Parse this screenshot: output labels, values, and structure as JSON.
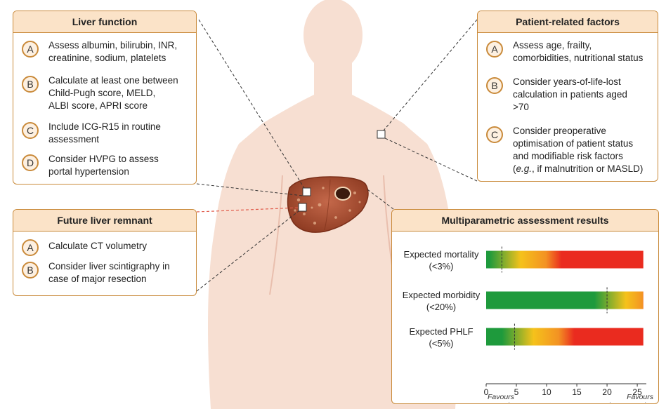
{
  "panels": {
    "liver_function": {
      "title": "Liver function",
      "items": [
        {
          "letter": "A",
          "text": "Assess albumin, bilirubin, INR,\ncreatinine, sodium, platelets"
        },
        {
          "letter": "B",
          "text": "Calculate at least one between\nChild-Pugh score, MELD,\nALBI score, APRI score"
        },
        {
          "letter": "C",
          "text": "Include ICG-R15 in routine\nassessment"
        },
        {
          "letter": "D",
          "text": "Consider HVPG to assess\nportal hypertension"
        }
      ]
    },
    "future_liver_remnant": {
      "title": "Future liver remnant",
      "items": [
        {
          "letter": "A",
          "text": "Calculate CT volumetry"
        },
        {
          "letter": "B",
          "text": "Consider liver scintigraphy in\ncase of major resection"
        }
      ]
    },
    "patient_factors": {
      "title": "Patient-related factors",
      "items": [
        {
          "letter": "A",
          "text": "Assess age, frailty,\ncomorbidities, nutritional status"
        },
        {
          "letter": "B",
          "text": "Consider years-of-life-lost\ncalculation in patients aged\n>70"
        },
        {
          "letter": "C",
          "text": "Consider preoperative\noptimisation of patient status\nand modifiable risk factors",
          "emph": "e.g.",
          "suffix_pre": "(",
          "suffix_post": ", if malnutrition or MASLD)"
        }
      ]
    },
    "results": {
      "title": "Multiparametric assessment results"
    }
  },
  "chart_data": {
    "type": "bar",
    "orientation": "horizontal",
    "title": "Multiparametric assessment results",
    "categories": [
      "Expected mortality\n(<3%)",
      "Expected morbidity\n(<20%)",
      "Expected PHLF\n(<5%)"
    ],
    "values": [
      26,
      26,
      26
    ],
    "thresholds": [
      2.6,
      20,
      4.7
    ],
    "xlim": [
      0,
      26.5
    ],
    "x_ticks": [
      0,
      5,
      10,
      15,
      20,
      25
    ],
    "x_left_label": "Favours\nresection",
    "x_right_label": "Favours\nother strategies",
    "gradient": "green-yellow-red",
    "colors": {
      "green": "#1e9a3c",
      "yellow": "#f5c21b",
      "orange": "#f39223",
      "red": "#ea2b1f"
    }
  },
  "colors": {
    "accent": "#c98a3a",
    "header_fill": "#fbe3c8",
    "skin": "#f7dfd2",
    "liver": "#b45a3a"
  }
}
